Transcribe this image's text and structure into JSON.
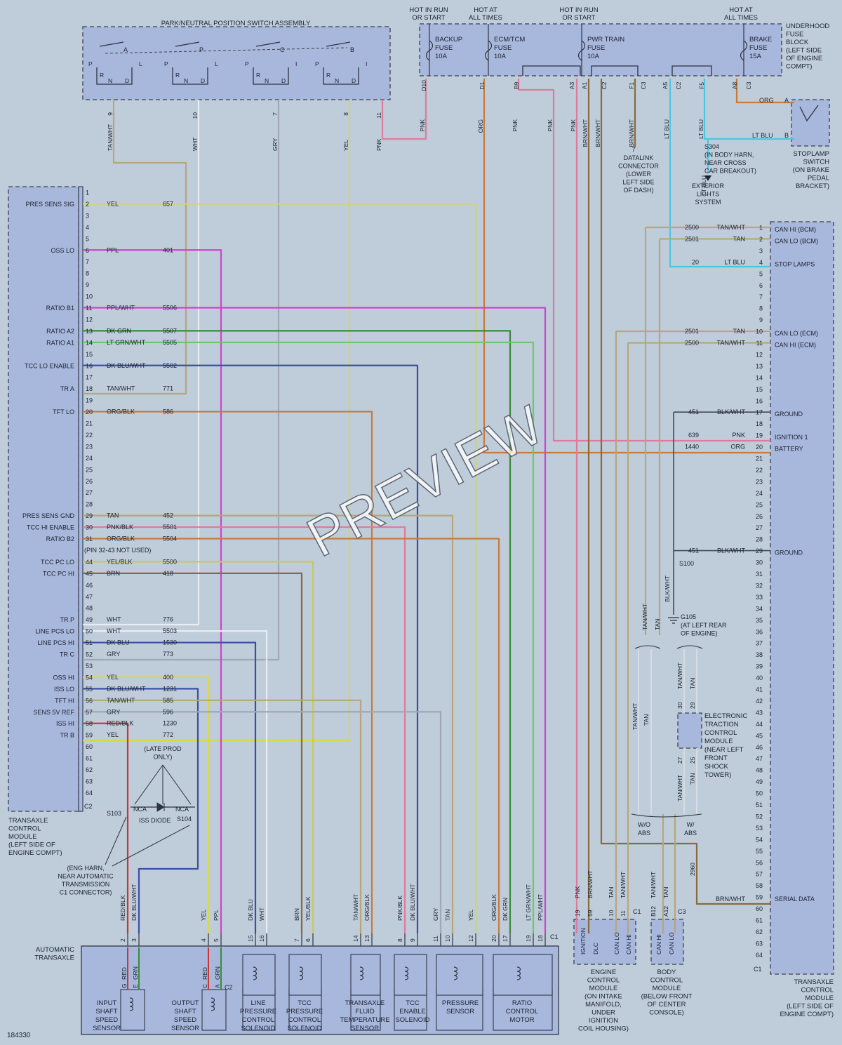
{
  "figure_number": "184330",
  "watermark": "PREVIEW",
  "colors": {
    "background": "#bfccd9",
    "component_fill": "#a8b7dc",
    "wire_yellow": "#d8d84a",
    "wire_purple": "#cc44cc",
    "wire_pink": "#e07a9a",
    "wire_green": "#3a8a3a",
    "wire_blue": "#3a4ea8",
    "wire_orange": "#c87a3a",
    "wire_tan": "#b7a67a",
    "wire_red": "#cc3333",
    "wire_cyan": "#48c8e0",
    "wire_gray": "#a0a8b4",
    "wire_white": "#e8ecf2",
    "wire_brown": "#8a6a3a"
  },
  "fuse_headers": [
    {
      "line1": "HOT IN RUN",
      "line2": "OR START"
    },
    {
      "line1": "HOT AT",
      "line2": "ALL TIMES"
    },
    {
      "line1": "HOT IN RUN",
      "line2": "OR START"
    },
    {
      "line1": "HOT AT",
      "line2": "ALL TIMES"
    }
  ],
  "fuses": [
    {
      "name1": "BACKUP",
      "name2": "FUSE",
      "rating": "10A"
    },
    {
      "name1": "ECM/TCM",
      "name2": "FUSE",
      "rating": "10A"
    },
    {
      "name1": "PWR TRAIN",
      "name2": "FUSE",
      "rating": "10A"
    },
    {
      "name1": "BRAKE",
      "name2": "FUSE",
      "rating": "15A"
    }
  ],
  "fuse_block_label": [
    "UNDERHOOD",
    "FUSE",
    "BLOCK",
    "(LEFT SIDE",
    "OF ENGINE",
    "COMPT)"
  ],
  "fuse_pins": [
    "D10",
    "D1",
    "B9",
    "A3",
    "A1",
    "C2",
    "F1",
    "C3",
    "A5",
    "C2",
    "F5",
    "A8",
    "C3"
  ],
  "pn_switch_title": "PARK/NEUTRAL POSITION SWITCH ASSEMBLY",
  "pn_switch_contacts": [
    "A",
    "P",
    "C",
    "B"
  ],
  "pn_switch_positions": [
    "P",
    "R",
    "N",
    "D",
    "L"
  ],
  "pn_switch_positions_alt": [
    "P",
    "R",
    "N",
    "D",
    "I"
  ],
  "pn_wires": [
    {
      "pin": "9",
      "color": "TAN/WHT"
    },
    {
      "pin": "10",
      "color": "WHT"
    },
    {
      "pin": "7",
      "color": "GRY"
    },
    {
      "pin": "8",
      "color": "YEL"
    },
    {
      "pin": "11",
      "color": "PNK"
    }
  ],
  "fuse_wires": [
    {
      "pin": "D10",
      "color": "PNK"
    },
    {
      "pin": "D1",
      "color": "ORG"
    },
    {
      "pin": "B9",
      "color": "PNK"
    },
    {
      "pin": "",
      "color": "PNK"
    },
    {
      "pin": "A3",
      "color": "PNK"
    },
    {
      "pin": "A1",
      "color": "BRN/WHT"
    },
    {
      "pin": "",
      "color": "BRN/WHT"
    },
    {
      "pin": "F1",
      "color": "BRN/WHT"
    },
    {
      "pin": "A5",
      "color": "LT BLU"
    },
    {
      "pin": "F5",
      "color": "LT BLU"
    }
  ],
  "datalink": {
    "pin": "7",
    "lines": [
      "DATALINK",
      "CONNECTOR",
      "(LOWER",
      "LEFT SIDE",
      "OF DASH)"
    ]
  },
  "stoplamp": {
    "lines": [
      "STOPLAMP",
      "SWITCH",
      "(ON BRAKE",
      "PEDAL",
      "BRACKET)"
    ],
    "pin_a": "A",
    "pin_b": "B",
    "wire_a": "ORG",
    "wire_b": "LT BLU"
  },
  "s304": {
    "label": "S304",
    "lines": [
      "(IN BODY HARN,",
      "NEAR CROSS",
      "CAR BREAKOUT)"
    ],
    "down_color": "LT BLU"
  },
  "exterior": [
    "EXTERIOR",
    "LIGHTS",
    "SYSTEM"
  ],
  "tcm_left_label": [
    "TRANSAXLE",
    "CONTROL",
    "MODULE",
    "(LEFT SIDE OF",
    "ENGINE COMPT)"
  ],
  "tcm_left_connector": "C2",
  "tcm_left_pins": [
    {
      "pin": "1",
      "label": "",
      "color": "",
      "circuit": ""
    },
    {
      "pin": "2",
      "label": "PRES SENS SIG",
      "color": "YEL",
      "circuit": "657"
    },
    {
      "pin": "3",
      "label": "",
      "color": "",
      "circuit": ""
    },
    {
      "pin": "4",
      "label": "",
      "color": "",
      "circuit": ""
    },
    {
      "pin": "5",
      "label": "",
      "color": "",
      "circuit": ""
    },
    {
      "pin": "6",
      "label": "OSS LO",
      "color": "PPL",
      "circuit": "401"
    },
    {
      "pin": "7",
      "label": "",
      "color": "",
      "circuit": ""
    },
    {
      "pin": "8",
      "label": "",
      "color": "",
      "circuit": ""
    },
    {
      "pin": "9",
      "label": "",
      "color": "",
      "circuit": ""
    },
    {
      "pin": "10",
      "label": "",
      "color": "",
      "circuit": ""
    },
    {
      "pin": "11",
      "label": "RATIO B1",
      "color": "PPL/WHT",
      "circuit": "5506"
    },
    {
      "pin": "12",
      "label": "",
      "color": "",
      "circuit": ""
    },
    {
      "pin": "13",
      "label": "RATIO A2",
      "color": "DK GRN",
      "circuit": "5507"
    },
    {
      "pin": "14",
      "label": "RATIO A1",
      "color": "LT GRN/WHT",
      "circuit": "5505"
    },
    {
      "pin": "15",
      "label": "",
      "color": "",
      "circuit": ""
    },
    {
      "pin": "16",
      "label": "TCC LO ENABLE",
      "color": "DK BLU/WHT",
      "circuit": "5502"
    },
    {
      "pin": "17",
      "label": "",
      "color": "",
      "circuit": ""
    },
    {
      "pin": "18",
      "label": "TR A",
      "color": "TAN/WHT",
      "circuit": "771"
    },
    {
      "pin": "19",
      "label": "",
      "color": "",
      "circuit": ""
    },
    {
      "pin": "20",
      "label": "TFT LO",
      "color": "ORG/BLK",
      "circuit": "586"
    },
    {
      "pin": "21",
      "label": "",
      "color": "",
      "circuit": ""
    },
    {
      "pin": "22",
      "label": "",
      "color": "",
      "circuit": ""
    },
    {
      "pin": "23",
      "label": "",
      "color": "",
      "circuit": ""
    },
    {
      "pin": "24",
      "label": "",
      "color": "",
      "circuit": ""
    },
    {
      "pin": "25",
      "label": "",
      "color": "",
      "circuit": ""
    },
    {
      "pin": "26",
      "label": "",
      "color": "",
      "circuit": ""
    },
    {
      "pin": "27",
      "label": "",
      "color": "",
      "circuit": ""
    },
    {
      "pin": "28",
      "label": "",
      "color": "",
      "circuit": ""
    },
    {
      "pin": "29",
      "label": "PRES SENS GND",
      "color": "TAN",
      "circuit": "452"
    },
    {
      "pin": "30",
      "label": "TCC HI ENABLE",
      "color": "PNK/BLK",
      "circuit": "5501"
    },
    {
      "pin": "31",
      "label": "RATIO B2",
      "color": "ORG/BLK",
      "circuit": "5504"
    },
    {
      "pin": "",
      "label": "",
      "color": "(PIN 32-43 NOT USED)",
      "circuit": ""
    },
    {
      "pin": "44",
      "label": "TCC PC LO",
      "color": "YEL/BLK",
      "circuit": "5500"
    },
    {
      "pin": "45",
      "label": "TCC PC HI",
      "color": "BRN",
      "circuit": "418"
    },
    {
      "pin": "46",
      "label": "",
      "color": "",
      "circuit": ""
    },
    {
      "pin": "47",
      "label": "",
      "color": "",
      "circuit": ""
    },
    {
      "pin": "48",
      "label": "",
      "color": "",
      "circuit": ""
    },
    {
      "pin": "49",
      "label": "TR P",
      "color": "WHT",
      "circuit": "776"
    },
    {
      "pin": "50",
      "label": "LINE PCS LO",
      "color": "WHT",
      "circuit": "5503"
    },
    {
      "pin": "51",
      "label": "LINE PCS HI",
      "color": "DK BLU",
      "circuit": "1530"
    },
    {
      "pin": "52",
      "label": "TR C",
      "color": "GRY",
      "circuit": "773"
    },
    {
      "pin": "53",
      "label": "",
      "color": "",
      "circuit": ""
    },
    {
      "pin": "54",
      "label": "OSS HI",
      "color": "YEL",
      "circuit": "400"
    },
    {
      "pin": "55",
      "label": "ISS LO",
      "color": "DK BLU/WHT",
      "circuit": "1231"
    },
    {
      "pin": "56",
      "label": "TFT HI",
      "color": "TAN/WHT",
      "circuit": "585"
    },
    {
      "pin": "57",
      "label": "SENS 5V REF",
      "color": "GRY",
      "circuit": "596"
    },
    {
      "pin": "58",
      "label": "ISS HI",
      "color": "RED/BLK",
      "circuit": "1230"
    },
    {
      "pin": "59",
      "label": "TR B",
      "color": "YEL",
      "circuit": "772"
    },
    {
      "pin": "60",
      "label": "",
      "color": "",
      "circuit": ""
    },
    {
      "pin": "61",
      "label": "",
      "color": "",
      "circuit": ""
    },
    {
      "pin": "62",
      "label": "",
      "color": "",
      "circuit": ""
    },
    {
      "pin": "63",
      "label": "",
      "color": "",
      "circuit": ""
    },
    {
      "pin": "64",
      "label": "",
      "color": "",
      "circuit": ""
    }
  ],
  "tcm_right_label": [
    "TRANSAXLE",
    "CONTROL",
    "MODULE",
    "(LEFT SIDE OF",
    "ENGINE COMPT)"
  ],
  "tcm_right_connector": "C1",
  "tcm_right_pins": [
    {
      "pin": "1",
      "label": "CAN HI (BCM)",
      "circuit": "2500",
      "color": "TAN/WHT"
    },
    {
      "pin": "2",
      "label": "CAN LO (BCM)",
      "circuit": "2501",
      "color": "TAN"
    },
    {
      "pin": "3",
      "label": "",
      "circuit": "",
      "color": ""
    },
    {
      "pin": "4",
      "label": "STOP LAMPS",
      "circuit": "20",
      "color": "LT BLU"
    },
    {
      "pin": "5",
      "label": "",
      "circuit": "",
      "color": ""
    },
    {
      "pin": "6",
      "label": "",
      "circuit": "",
      "color": ""
    },
    {
      "pin": "7",
      "label": "",
      "circuit": "",
      "color": ""
    },
    {
      "pin": "8",
      "label": "",
      "circuit": "",
      "color": ""
    },
    {
      "pin": "9",
      "label": "",
      "circuit": "",
      "color": ""
    },
    {
      "pin": "10",
      "label": "CAN LO (ECM)",
      "circuit": "2501",
      "color": "TAN"
    },
    {
      "pin": "11",
      "label": "CAN HI (ECM)",
      "circuit": "2500",
      "color": "TAN/WHT"
    },
    {
      "pin": "12",
      "label": "",
      "circuit": "",
      "color": ""
    },
    {
      "pin": "13",
      "label": "",
      "circuit": "",
      "color": ""
    },
    {
      "pin": "14",
      "label": "",
      "circuit": "",
      "color": ""
    },
    {
      "pin": "15",
      "label": "",
      "circuit": "",
      "color": ""
    },
    {
      "pin": "16",
      "label": "",
      "circuit": "",
      "color": ""
    },
    {
      "pin": "17",
      "label": "GROUND",
      "circuit": "451",
      "color": "BLK/WHT"
    },
    {
      "pin": "18",
      "label": "",
      "circuit": "",
      "color": ""
    },
    {
      "pin": "19",
      "label": "IGNITION 1",
      "circuit": "639",
      "color": "PNK"
    },
    {
      "pin": "20",
      "label": "BATTERY",
      "circuit": "1440",
      "color": "ORG"
    },
    {
      "pin": "21",
      "label": "",
      "circuit": "",
      "color": ""
    },
    {
      "pin": "22",
      "label": "",
      "circuit": "",
      "color": ""
    },
    {
      "pin": "23",
      "label": "",
      "circuit": "",
      "color": ""
    },
    {
      "pin": "24",
      "label": "",
      "circuit": "",
      "color": ""
    },
    {
      "pin": "25",
      "label": "",
      "circuit": "",
      "color": ""
    },
    {
      "pin": "26",
      "label": "",
      "circuit": "",
      "color": ""
    },
    {
      "pin": "27",
      "label": "",
      "circuit": "",
      "color": ""
    },
    {
      "pin": "28",
      "label": "",
      "circuit": "",
      "color": ""
    },
    {
      "pin": "29",
      "label": "GROUND",
      "circuit": "451",
      "color": "BLK/WHT"
    },
    {
      "pin": "30",
      "label": "",
      "circuit": "",
      "color": ""
    },
    {
      "pin": "31",
      "label": "",
      "circuit": "",
      "color": ""
    },
    {
      "pin": "32",
      "label": "",
      "circuit": "",
      "color": ""
    },
    {
      "pin": "33",
      "label": "",
      "circuit": "",
      "color": ""
    },
    {
      "pin": "34",
      "label": "",
      "circuit": "",
      "color": ""
    },
    {
      "pin": "35",
      "label": "",
      "circuit": "",
      "color": ""
    },
    {
      "pin": "36",
      "label": "",
      "circuit": "",
      "color": ""
    },
    {
      "pin": "37",
      "label": "",
      "circuit": "",
      "color": ""
    },
    {
      "pin": "38",
      "label": "",
      "circuit": "",
      "color": ""
    },
    {
      "pin": "39",
      "label": "",
      "circuit": "",
      "color": ""
    },
    {
      "pin": "40",
      "label": "",
      "circuit": "",
      "color": ""
    },
    {
      "pin": "41",
      "label": "",
      "circuit": "",
      "color": ""
    },
    {
      "pin": "42",
      "label": "",
      "circuit": "",
      "color": ""
    },
    {
      "pin": "43",
      "label": "",
      "circuit": "",
      "color": ""
    },
    {
      "pin": "44",
      "label": "",
      "circuit": "",
      "color": ""
    },
    {
      "pin": "45",
      "label": "",
      "circuit": "",
      "color": ""
    },
    {
      "pin": "46",
      "label": "",
      "circuit": "",
      "color": ""
    },
    {
      "pin": "47",
      "label": "",
      "circuit": "",
      "color": ""
    },
    {
      "pin": "48",
      "label": "",
      "circuit": "",
      "color": ""
    },
    {
      "pin": "49",
      "label": "",
      "circuit": "",
      "color": ""
    },
    {
      "pin": "50",
      "label": "",
      "circuit": "",
      "color": ""
    },
    {
      "pin": "51",
      "label": "",
      "circuit": "",
      "color": ""
    },
    {
      "pin": "52",
      "label": "",
      "circuit": "",
      "color": ""
    },
    {
      "pin": "53",
      "label": "",
      "circuit": "",
      "color": ""
    },
    {
      "pin": "54",
      "label": "",
      "circuit": "",
      "color": ""
    },
    {
      "pin": "55",
      "label": "",
      "circuit": "",
      "color": ""
    },
    {
      "pin": "56",
      "label": "",
      "circuit": "",
      "color": ""
    },
    {
      "pin": "57",
      "label": "",
      "circuit": "",
      "color": ""
    },
    {
      "pin": "58",
      "label": "",
      "circuit": "",
      "color": ""
    },
    {
      "pin": "59",
      "label": "SERIAL DATA",
      "circuit": "",
      "color": "BRN/WHT"
    },
    {
      "pin": "60",
      "label": "",
      "circuit": "",
      "color": ""
    },
    {
      "pin": "61",
      "label": "",
      "circuit": "",
      "color": ""
    },
    {
      "pin": "62",
      "label": "",
      "circuit": "",
      "color": ""
    },
    {
      "pin": "63",
      "label": "",
      "circuit": "",
      "color": ""
    },
    {
      "pin": "64",
      "label": "",
      "circuit": "",
      "color": ""
    }
  ],
  "s100": {
    "label": "S100",
    "wire": "BLK/WHT"
  },
  "g105": {
    "label": "G105",
    "lines": [
      "(AT LEFT REAR",
      "OF ENGINE)"
    ]
  },
  "can_drop_labels": [
    "TAN/WHT",
    "TAN"
  ],
  "etcm": {
    "lines": [
      "ELECTRONIC",
      "TRACTION",
      "CONTROL",
      "MODULE",
      "(NEAR LEFT",
      "FRONT",
      "SHOCK",
      "TOWER)"
    ],
    "pin_top_a": "30",
    "pin_top_b": "29",
    "pin_bot_a": "27",
    "pin_bot_b": "25",
    "wire_a": "TAN/WHT",
    "wire_b": "TAN"
  },
  "abs_labels": [
    "W/O",
    "ABS",
    "W/",
    "ABS"
  ],
  "serial_circuit": "2960",
  "ecm": {
    "lines": [
      "ENGINE",
      "CONTROL",
      "MODULE",
      "(ON INTAKE",
      "MANIFOLD,",
      "UNDER",
      "IGNITION",
      "COIL HOUSING)"
    ],
    "connector": "C1",
    "pins": [
      {
        "pin": "19",
        "label": "IGNITION",
        "wire": "PNK"
      },
      {
        "pin": "59",
        "label": "DLC",
        "wire": "BRN/WHT"
      },
      {
        "pin": "10",
        "label": "CAN LO",
        "wire": "TAN"
      },
      {
        "pin": "11",
        "label": "CAN HI",
        "wire": "TAN/WHT"
      }
    ]
  },
  "bcm": {
    "lines": [
      "BODY",
      "CONTROL",
      "MODULE",
      "(BELOW FRONT",
      "OF CENTER",
      "CONSOLE)"
    ],
    "connector": "C3",
    "pins": [
      {
        "pin": "B12",
        "label": "CAN HI",
        "wire": "TAN/WHT"
      },
      {
        "pin": "A12",
        "label": "CAN LO",
        "wire": "TAN"
      }
    ]
  },
  "late_prod": [
    "(LATE PROD",
    "ONLY)"
  ],
  "s103": "S103",
  "s104": "S104",
  "nca": "NCA",
  "iss_diode": "ISS DIODE",
  "eng_harn": [
    "(ENG HARN,",
    "NEAR AUTOMATIC",
    "TRANSMISSION",
    "C1 CONNECTOR)"
  ],
  "auto_trans_label": [
    "AUTOMATIC",
    "TRANSAXLE"
  ],
  "bottom_connector": "C1",
  "bottom_connector2": "C2",
  "bottom_wires": [
    {
      "pin": "2",
      "color": "RED/BLK"
    },
    {
      "pin": "3",
      "color": "DK BLU/WHT"
    },
    {
      "pin": "4",
      "color": "YEL"
    },
    {
      "pin": "5",
      "color": "PPL"
    },
    {
      "pin": "15",
      "color": "DK BLU"
    },
    {
      "pin": "16",
      "color": "WHT"
    },
    {
      "pin": "7",
      "color": "BRN"
    },
    {
      "pin": "6",
      "color": "YEL/BLK"
    },
    {
      "pin": "14",
      "color": "TAN/WHT"
    },
    {
      "pin": "13",
      "color": "ORG/BLK"
    },
    {
      "pin": "8",
      "color": "PNK/BLK"
    },
    {
      "pin": "9",
      "color": "DK BLU/WHT"
    },
    {
      "pin": "11",
      "color": "GRY"
    },
    {
      "pin": "10",
      "color": "TAN"
    },
    {
      "pin": "12",
      "color": "YEL"
    },
    {
      "pin": "20",
      "color": "ORG/BLK"
    },
    {
      "pin": "17",
      "color": "DK GRN"
    },
    {
      "pin": "19",
      "color": "LT GRN/WHT"
    },
    {
      "pin": "18",
      "color": "PPL/WHT"
    }
  ],
  "sensor_pin_letters": [
    "G",
    "E",
    "C",
    "A"
  ],
  "sensor_wire_colors": [
    "RED",
    "GRN",
    "RED",
    "GRN"
  ],
  "bottom_components": [
    {
      "lines": [
        "INPUT",
        "SHAFT",
        "SPEED",
        "SENSOR"
      ]
    },
    {
      "lines": [
        "OUTPUT",
        "SHAFT",
        "SPEED",
        "SENSOR"
      ]
    },
    {
      "lines": [
        "LINE",
        "PRESSURE",
        "CONTROL",
        "SOLENOID"
      ]
    },
    {
      "lines": [
        "TCC",
        "PRESSURE",
        "CONTROL",
        "SOLENOID"
      ]
    },
    {
      "lines": [
        "TRANSAXLE",
        "FLUID",
        "TEMPERATURE",
        "SENSOR"
      ]
    },
    {
      "lines": [
        "TCC",
        "ENABLE",
        "SOLENOID"
      ]
    },
    {
      "lines": [
        "PRESSURE",
        "SENSOR"
      ]
    },
    {
      "lines": [
        "RATIO",
        "CONTROL",
        "MOTOR"
      ]
    }
  ]
}
